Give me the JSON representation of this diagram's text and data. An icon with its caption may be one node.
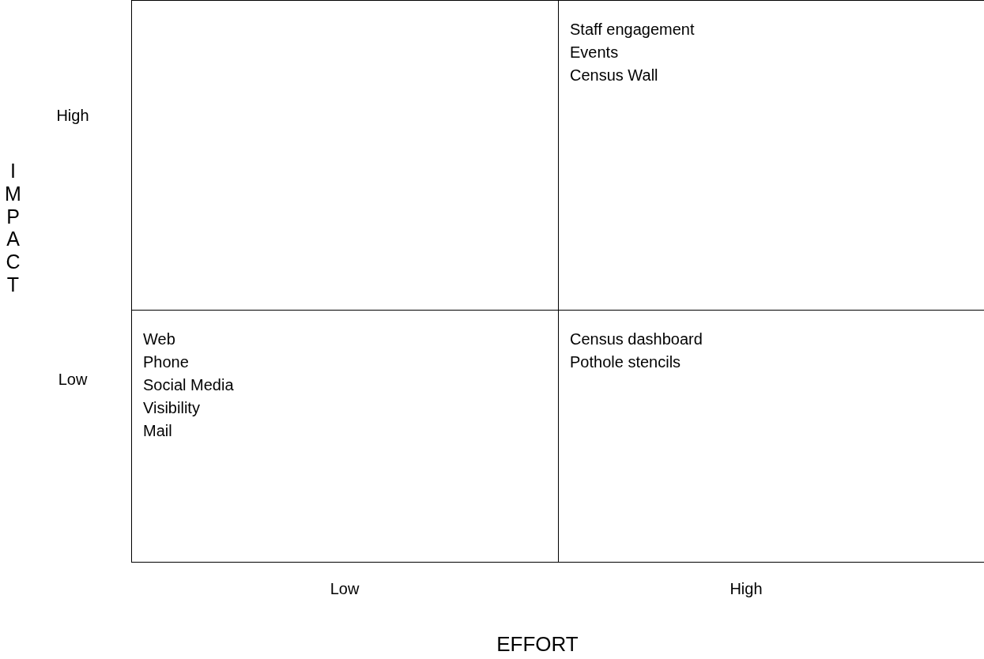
{
  "diagram": {
    "nodes": [
      {
        "text": [],
        "shape": "box"
      },
      {
        "text": [
          "Staff engagement",
          "Events",
          "Census Wall"
        ]
      },
      {
        "text": [
          "Web",
          "Phone",
          "Social Media",
          "Visibility",
          "Mail"
        ]
      },
      {
        "text": [
          "Census dashboard",
          "Pothole stencils"
        ]
      }
    ],
    "labels": [
      "High",
      "IMPACT",
      "Low",
      "Low",
      "High",
      "EFFORT"
    ]
  }
}
